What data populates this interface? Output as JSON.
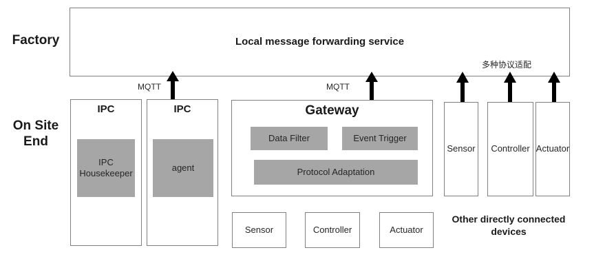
{
  "diagram": {
    "tiers": [
      {
        "id": "factory",
        "label": "Factory"
      },
      {
        "id": "on-site-end",
        "label": "On Site End"
      }
    ],
    "factory_layer": {
      "title": "Local message forwarding service",
      "protocol_note": "多种协议适配"
    },
    "links": [
      {
        "id": "ipc-mqtt",
        "label": "MQTT",
        "direction": "up"
      },
      {
        "id": "gateway-mqtt",
        "label": "MQTT",
        "direction": "both"
      },
      {
        "id": "sensor-link",
        "label": "",
        "direction": "both"
      },
      {
        "id": "controller-link",
        "label": "",
        "direction": "both"
      },
      {
        "id": "actuator-link",
        "label": "",
        "direction": "both"
      }
    ],
    "ipc_nodes": [
      {
        "id": "ipc-housekeeper",
        "title": "IPC",
        "component": "IPC Housekeeper"
      },
      {
        "id": "ipc-agent",
        "title": "IPC",
        "component": "agent"
      }
    ],
    "gateway": {
      "title": "Gateway",
      "modules": [
        {
          "id": "data-filter",
          "label": "Data Filter"
        },
        {
          "id": "event-trigger",
          "label": "Event Trigger"
        },
        {
          "id": "protocol-adaptation",
          "label": "Protocol Adaptation"
        }
      ]
    },
    "gateway_devices": [
      {
        "id": "gw-sensor",
        "label": "Sensor"
      },
      {
        "id": "gw-controller",
        "label": "Controller"
      },
      {
        "id": "gw-actuator",
        "label": "Actuator"
      }
    ],
    "direct_devices": {
      "caption": "Other directly connected devices",
      "items": [
        {
          "id": "direct-sensor",
          "label": "Sensor"
        },
        {
          "id": "direct-controller",
          "label": "Controller"
        },
        {
          "id": "direct-actuator",
          "label": "Actuator"
        }
      ]
    },
    "colors": {
      "module_fill": "#a6a6a6",
      "box_stroke": "#808080",
      "arrow": "#000000",
      "text": "#1a1a1a",
      "background": "#ffffff"
    }
  }
}
